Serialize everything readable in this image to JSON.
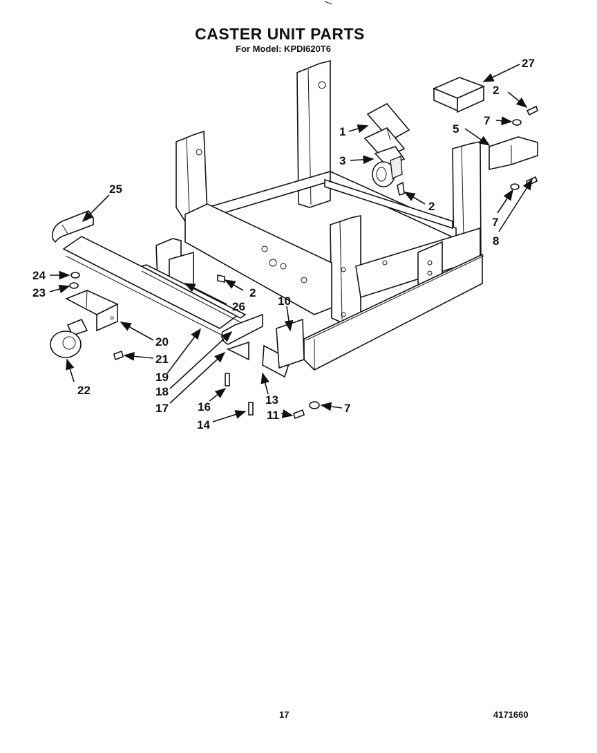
{
  "title": "CASTER UNIT PARTS",
  "subtitle": "For Model: KPDI620T6",
  "page_number": "17",
  "document_number": "4171660",
  "callouts": [
    {
      "id": "c27",
      "label": "27"
    },
    {
      "id": "c2a",
      "label": "2"
    },
    {
      "id": "c7a",
      "label": "7"
    },
    {
      "id": "c5",
      "label": "5"
    },
    {
      "id": "c1",
      "label": "1"
    },
    {
      "id": "c3",
      "label": "3"
    },
    {
      "id": "c2b",
      "label": "2"
    },
    {
      "id": "c7b",
      "label": "7"
    },
    {
      "id": "c8",
      "label": "8"
    },
    {
      "id": "c25",
      "label": "25"
    },
    {
      "id": "c24",
      "label": "24"
    },
    {
      "id": "c23",
      "label": "23"
    },
    {
      "id": "c2c",
      "label": "2"
    },
    {
      "id": "c26",
      "label": "26"
    },
    {
      "id": "c10",
      "label": "10"
    },
    {
      "id": "c20",
      "label": "20"
    },
    {
      "id": "c21",
      "label": "21"
    },
    {
      "id": "c19",
      "label": "19"
    },
    {
      "id": "c18",
      "label": "18"
    },
    {
      "id": "c17",
      "label": "17"
    },
    {
      "id": "c22",
      "label": "22"
    },
    {
      "id": "c16",
      "label": "16"
    },
    {
      "id": "c13",
      "label": "13"
    },
    {
      "id": "c14",
      "label": "14"
    },
    {
      "id": "c11",
      "label": "11"
    },
    {
      "id": "c7c",
      "label": "7"
    }
  ]
}
